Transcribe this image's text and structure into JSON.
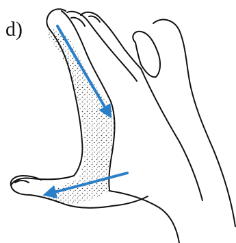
{
  "panel_label": "d)",
  "colors": {
    "outline": "#111111",
    "stipple": "#333333",
    "arrow": "#2a7fc9",
    "background": "#ffffff"
  },
  "arrows": [
    {
      "name": "arrow-along-index-finger"
    },
    {
      "name": "arrow-toward-thumb-tip"
    }
  ]
}
